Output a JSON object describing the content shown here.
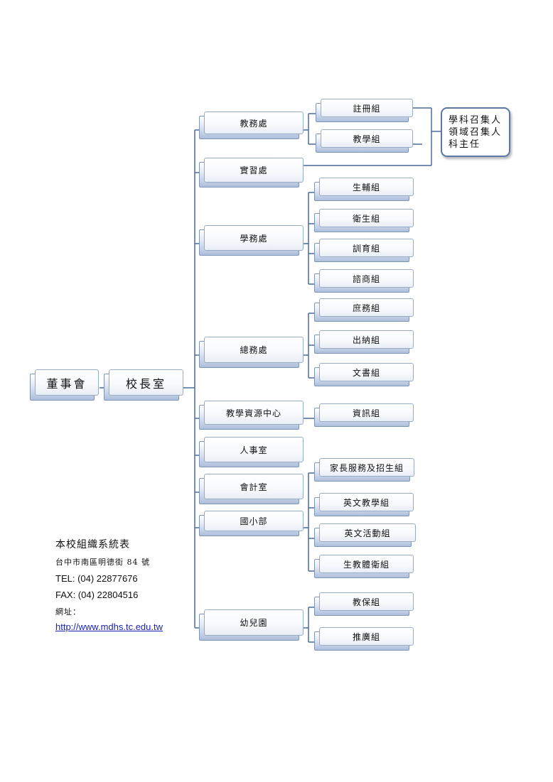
{
  "chart": {
    "root": [
      {
        "id": "board",
        "label": "董事會"
      },
      {
        "id": "principal",
        "label": "校長室"
      }
    ],
    "departments": [
      {
        "id": "academic",
        "label": "教務處"
      },
      {
        "id": "practice",
        "label": "實習處"
      },
      {
        "id": "student",
        "label": "學務處"
      },
      {
        "id": "general",
        "label": "總務處"
      },
      {
        "id": "resource",
        "label": "教學資源中心"
      },
      {
        "id": "personnel",
        "label": "人事室"
      },
      {
        "id": "accounting",
        "label": "會計室"
      },
      {
        "id": "elementary",
        "label": "國小部"
      },
      {
        "id": "kindergarten",
        "label": "幼兒園"
      }
    ],
    "sections": [
      {
        "parent": "academic",
        "label": "註冊組"
      },
      {
        "parent": "academic",
        "label": "教學組"
      },
      {
        "parent": "student",
        "label": "生輔組"
      },
      {
        "parent": "student",
        "label": "衛生組"
      },
      {
        "parent": "student",
        "label": "訓育組"
      },
      {
        "parent": "student",
        "label": "諮商組"
      },
      {
        "parent": "general",
        "label": "庶務組"
      },
      {
        "parent": "general",
        "label": "出納組"
      },
      {
        "parent": "general",
        "label": "文書組"
      },
      {
        "parent": "resource",
        "label": "資訊組"
      },
      {
        "parent": "elementary",
        "label": "家長服務及招生組"
      },
      {
        "parent": "elementary",
        "label": "英文教學組"
      },
      {
        "parent": "elementary",
        "label": "英文活動組"
      },
      {
        "parent": "elementary",
        "label": "生教體衛組"
      },
      {
        "parent": "kindergarten",
        "label": "教保組"
      },
      {
        "parent": "kindergarten",
        "label": "推廣組"
      }
    ],
    "callout": [
      "學科召集人",
      "領域召集人",
      "科主任"
    ]
  },
  "info": {
    "title": "本校組織系統表",
    "address": "台中市南區明德街 84 號",
    "tel": "TEL: (04) 22877676",
    "fax": "FAX: (04) 22804516",
    "web_label": "網址：",
    "url": "http://www.mdhs.tc.edu.tw"
  },
  "colors": {
    "line": "#4a6a9e",
    "box_border": "#9aabc6",
    "box_shadow": "#aebfdc",
    "link": "#1a23b0"
  }
}
